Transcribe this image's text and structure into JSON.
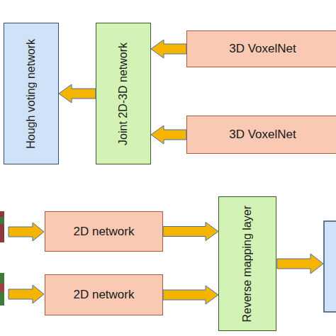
{
  "diagram": {
    "nodes": [
      {
        "text": [
          "Hough voting network"
        ]
      },
      {
        "text": [
          "Joint 2D-3D network"
        ]
      },
      {
        "text": [
          "3D VoxelNet"
        ]
      },
      {
        "text": [
          "3D VoxelNet"
        ]
      },
      {
        "text": [
          "2D network"
        ]
      },
      {
        "text": [
          "2D network"
        ]
      },
      {
        "text": [
          "Reverse mapping layer"
        ]
      }
    ],
    "edges": [
      {
        "from": 2,
        "to": 1,
        "arrow": "to"
      },
      {
        "from": 3,
        "to": 1,
        "arrow": "to"
      },
      {
        "from": 1,
        "to": 0,
        "arrow": "to"
      },
      {
        "from": 4,
        "to": 6,
        "arrow": "to"
      },
      {
        "from": 5,
        "to": 6,
        "arrow": "to"
      }
    ]
  }
}
